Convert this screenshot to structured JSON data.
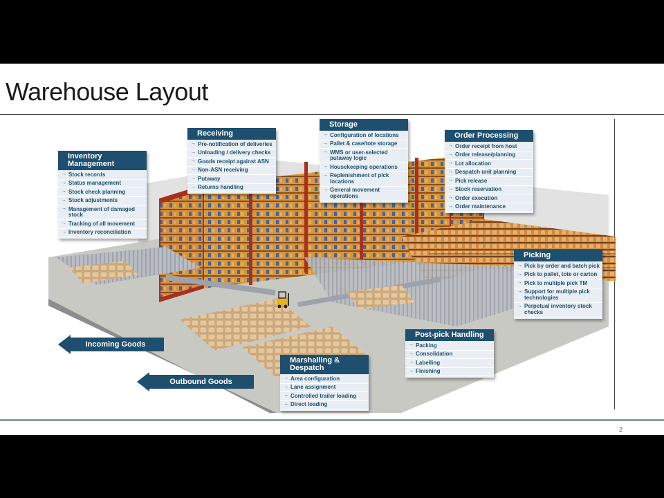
{
  "slide": {
    "title": "Warehouse Layout",
    "page_number": "2"
  },
  "colors": {
    "panel_header": "#1e4f6e",
    "panel_body": "#e8eef3",
    "floor": "#c9c9c4",
    "rack_orange": "#d9963a",
    "rack_red": "#a8301e",
    "rack_blue": "#3a67a8"
  },
  "panels": {
    "inventory": {
      "title": "Inventory Management",
      "items": [
        "Stock records",
        "Status management",
        "Stock check planning",
        "Stock adjustments",
        "Management of damaged stock",
        "Tracking of all movement",
        "Inventory reconciliation"
      ]
    },
    "receiving": {
      "title": "Receiving",
      "items": [
        "Pre-notification of deliveries",
        "Unloading / delivery checks",
        "Goods receipt against ASN",
        "Non-ASN receiving",
        "Putaway",
        "Returns handling"
      ]
    },
    "storage": {
      "title": "Storage",
      "items": [
        "Configuration of locations",
        "Pallet & case/tote storage",
        "WMS or user-selected putaway logic",
        "Housekeeping operations",
        "Replenishment of pick locations",
        "General movement operations"
      ]
    },
    "order_processing": {
      "title": "Order Processing",
      "items": [
        "Order receipt from host",
        "Order release/planning",
        "Lot allocation",
        "Despatch unit planning",
        "Pick release",
        "Stock reservation",
        "Order execution",
        "Order maintenance"
      ]
    },
    "picking": {
      "title": "Picking",
      "items": [
        "Pick by order and batch pick",
        "Pick to pallet, tote or carton",
        "Pick to multiple pick TM",
        "Support for multiple pick technologies",
        "Perpetual inventory stock checks"
      ]
    },
    "post_pick": {
      "title": "Post-pick Handling",
      "items": [
        "Packing",
        "Consolidation",
        "Labelling",
        "Finishing"
      ]
    },
    "marshalling": {
      "title": "Marshalling & Despatch",
      "items": [
        "Area configuration",
        "Lane assignment",
        "Controlled trailer loading",
        "Direct loading"
      ]
    }
  },
  "arrows": {
    "incoming": "Incoming Goods",
    "outbound": "Outbound Goods"
  }
}
